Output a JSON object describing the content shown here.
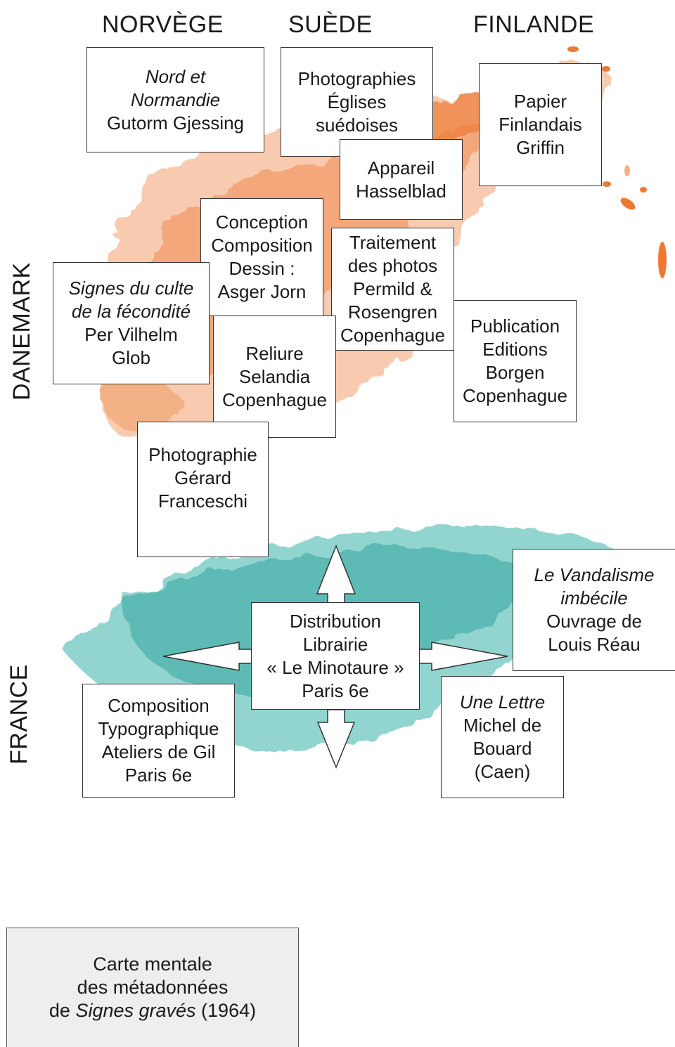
{
  "regions": {
    "norway": "NORVÈGE",
    "sweden": "SUÈDE",
    "finland": "FINLANDE",
    "denmark": "DANEMARK",
    "france": "FRANCE"
  },
  "colors": {
    "nordic_wash": "#f08a45",
    "france_wash": "#2aa59e",
    "box_border": "#333333",
    "legend_bg": "#eeeeee"
  },
  "boxes": {
    "nord_normandie": {
      "line1": "Nord et",
      "line2": "Normandie",
      "line3": "Gutorm Gjessing"
    },
    "photographies_eglises": {
      "line1": "Photographies",
      "line2": "Églises",
      "line3": "suédoises"
    },
    "appareil": {
      "line1": "Appareil",
      "line2": "Hasselblad"
    },
    "papier": {
      "line1": "Papier",
      "line2": "Finlandais",
      "line3": "Griffin"
    },
    "conception": {
      "line1": "Conception",
      "line2": "Composition",
      "line3": "Dessin :",
      "line4": "Asger Jorn"
    },
    "traitement": {
      "line1": "Traitement",
      "line2": "des photos",
      "line3": "Permild &",
      "line4": "Rosengren",
      "line5": "Copenhague"
    },
    "signes_culte": {
      "line1": "Signes du culte",
      "line2": "de la fécondité",
      "line3": "Per Vilhelm",
      "line4": "Glob"
    },
    "reliure": {
      "line1": "Reliure",
      "line2": "Selandia",
      "line3": "Copenhague"
    },
    "publication": {
      "line1": "Publication",
      "line2": "Editions",
      "line3": "Borgen",
      "line4": "Copenhague"
    },
    "photographie_gerard": {
      "line1": "Photographie",
      "line2": "Gérard",
      "line3": "Franceschi"
    },
    "vandalisme": {
      "line1": "Le Vandalisme",
      "line2": "imbécile",
      "line3": "Ouvrage de",
      "line4": "Louis Réau"
    },
    "distribution": {
      "line1": "Distribution",
      "line2": "Librairie",
      "line3": "« Le Minotaure »",
      "line4": "Paris 6e"
    },
    "composition_typo": {
      "line1": "Composition",
      "line2": "Typographique",
      "line3": "Ateliers de Gil",
      "line4": "Paris 6e"
    },
    "une_lettre": {
      "line1": "Une Lettre",
      "line2": "Michel de",
      "line3": "Bouard",
      "line4": "(Caen)"
    }
  },
  "legend": {
    "line1": "Carte mentale",
    "line2": "des métadonnées",
    "line3_prefix": "de ",
    "line3_title": "Signes gravés",
    "line3_suffix": " (1964)"
  }
}
